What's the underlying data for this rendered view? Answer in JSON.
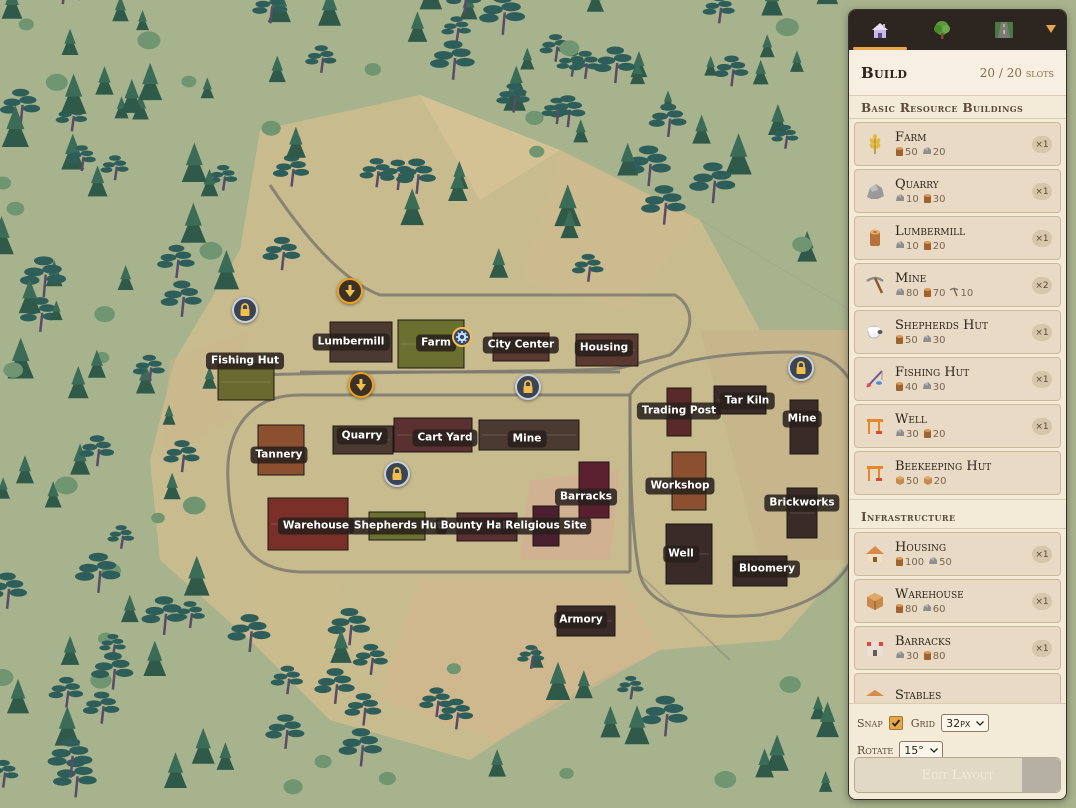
{
  "map": {
    "buildings": [
      {
        "id": "lumbermill",
        "label": "Lumbermill"
      },
      {
        "id": "farm",
        "label": "Farm"
      },
      {
        "id": "city-center",
        "label": "City Center"
      },
      {
        "id": "housing",
        "label": "Housing"
      },
      {
        "id": "fishing-hut",
        "label": "Fishing Hut"
      },
      {
        "id": "quarry",
        "label": "Quarry"
      },
      {
        "id": "cart-yard",
        "label": "Cart Yard"
      },
      {
        "id": "mine-village",
        "label": "Mine"
      },
      {
        "id": "tannery",
        "label": "Tannery"
      },
      {
        "id": "trading-post",
        "label": "Trading Post"
      },
      {
        "id": "tar-kiln",
        "label": "Tar Kiln"
      },
      {
        "id": "mine-east",
        "label": "Mine"
      },
      {
        "id": "workshop",
        "label": "Workshop"
      },
      {
        "id": "barracks",
        "label": "Barracks"
      },
      {
        "id": "brickworks",
        "label": "Brickworks"
      },
      {
        "id": "warehouse",
        "label": "Warehouse"
      },
      {
        "id": "shepherds-hut",
        "label": "Shepherds Hut"
      },
      {
        "id": "bounty-hall",
        "label": "Bounty Hall"
      },
      {
        "id": "religious-site",
        "label": "Religious Site"
      },
      {
        "id": "well",
        "label": "Well"
      },
      {
        "id": "bloomery",
        "label": "Bloomery"
      },
      {
        "id": "armory",
        "label": "Armory"
      }
    ],
    "markers": [
      "lock-icon",
      "arrow-down-icon",
      "gear-icon"
    ]
  },
  "panel": {
    "tabs": [
      {
        "name": "buildings-tab",
        "icon": "house-icon"
      },
      {
        "name": "nature-tab",
        "icon": "tree-icon"
      },
      {
        "name": "roads-tab",
        "icon": "road-icon"
      }
    ],
    "menu_icon": "dropdown-arrow-icon",
    "title": "Build",
    "slots": "20 / 20 slots",
    "sections": [
      {
        "title": "Basic Resource Buildings",
        "items": [
          {
            "name": "Farm",
            "icon": "wheat-icon",
            "costs": [
              {
                "res": "wood",
                "amount": "50"
              },
              {
                "res": "stone",
                "amount": "20"
              }
            ],
            "count": "×1"
          },
          {
            "name": "Quarry",
            "icon": "rock-icon",
            "costs": [
              {
                "res": "stone",
                "amount": "10"
              },
              {
                "res": "wood",
                "amount": "30"
              }
            ],
            "count": "×1"
          },
          {
            "name": "Lumbermill",
            "icon": "log-icon",
            "costs": [
              {
                "res": "stone",
                "amount": "10"
              },
              {
                "res": "wood",
                "amount": "20"
              }
            ],
            "count": "×1"
          },
          {
            "name": "Mine",
            "icon": "pickaxe-icon",
            "costs": [
              {
                "res": "stone",
                "amount": "80"
              },
              {
                "res": "wood",
                "amount": "70"
              },
              {
                "res": "tool",
                "amount": "10"
              }
            ],
            "count": "×2"
          },
          {
            "name": "Shepherds Hut",
            "icon": "sheep-icon",
            "costs": [
              {
                "res": "wood",
                "amount": "50"
              },
              {
                "res": "stone",
                "amount": "30"
              }
            ],
            "count": "×1"
          },
          {
            "name": "Fishing Hut",
            "icon": "fishing-rod-icon",
            "costs": [
              {
                "res": "wood",
                "amount": "40"
              },
              {
                "res": "stone",
                "amount": "30"
              }
            ],
            "count": "×1"
          },
          {
            "name": "Well",
            "icon": "construction-icon",
            "costs": [
              {
                "res": "stone",
                "amount": "30"
              },
              {
                "res": "wood",
                "amount": "20"
              }
            ],
            "count": "×1"
          },
          {
            "name": "Beekeeping Hut",
            "icon": "construction-icon",
            "costs": [
              {
                "res": "box",
                "amount": "50"
              },
              {
                "res": "box",
                "amount": "20"
              }
            ],
            "count": ""
          }
        ]
      },
      {
        "title": "Infrastructure",
        "items": [
          {
            "name": "Housing",
            "icon": "house-icon",
            "costs": [
              {
                "res": "wood",
                "amount": "100"
              },
              {
                "res": "stone",
                "amount": "50"
              }
            ],
            "count": "×1"
          },
          {
            "name": "Warehouse",
            "icon": "crate-icon",
            "costs": [
              {
                "res": "wood",
                "amount": "80"
              },
              {
                "res": "stone",
                "amount": "60"
              }
            ],
            "count": "×1"
          },
          {
            "name": "Barracks",
            "icon": "castle-icon",
            "costs": [
              {
                "res": "stone",
                "amount": "30"
              },
              {
                "res": "wood",
                "amount": "80"
              }
            ],
            "count": "×1"
          },
          {
            "name": "Stables",
            "icon": "stables-icon",
            "costs": [],
            "count": ""
          }
        ]
      }
    ],
    "footer": {
      "snap_label": "Snap",
      "snap_checked": true,
      "grid_label": "Grid",
      "grid_value": "32px",
      "rotate_label": "Rotate",
      "rotate_value": "15°",
      "edit_button": "Edit Layout"
    }
  },
  "colors": {
    "terrain_grass": "#a9b48e",
    "terrain_sand": "#d6bf8e",
    "road": "#7d7a70",
    "panel_bg": "#f3ead8",
    "panel_dark": "#2c2520",
    "accent": "#e6a84a"
  }
}
